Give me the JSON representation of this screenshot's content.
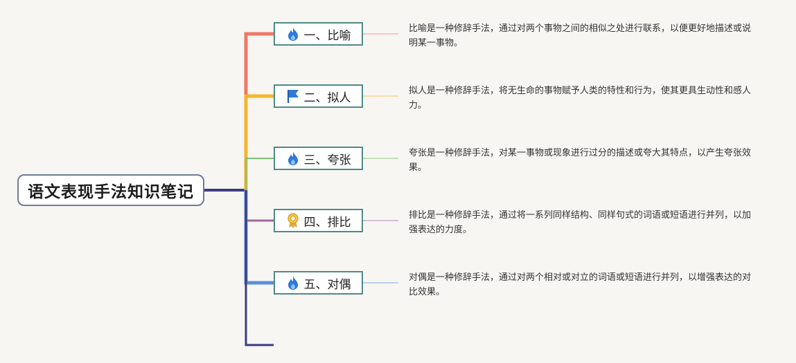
{
  "root": {
    "label": "语文表现手法知识笔记"
  },
  "branches": [
    {
      "label": "一、比喻",
      "icon": "fire-icon",
      "color": "#f07867",
      "note": "比喻是一种修辞手法，通过对两个事物之间的相似之处进行联系，以便更好地描述或说明某一事物。"
    },
    {
      "label": "二、拟人",
      "icon": "flag-icon",
      "color": "#f5b52c",
      "note": "拟人是一种修辞手法，将无生命的事物赋予人类的特性和行为，使其更具生动性和感人力。"
    },
    {
      "label": "三、夸张",
      "icon": "fire-icon",
      "color": "#7cc474",
      "note": "夸张是一种修辞手法，对某一事物或现象进行过分的描述或夸大其特点，以产生夸张效果。"
    },
    {
      "label": "四、排比",
      "icon": "award-icon",
      "color": "#a0669a",
      "note": "排比是一种修辞手法，通过将一系列同样结构、同样句式的词语或短语进行并列，以加强表达的力度。"
    },
    {
      "label": "五、对偶",
      "icon": "fire-icon",
      "color": "#5b8fd6",
      "note": "对偶是一种修辞手法，通过对两个相对或对立的词语或短语进行并列，以增强表达的对比效果。"
    }
  ],
  "colors": {
    "root_line": "#3d3b7e",
    "node_border": "#4f8a86",
    "trunk_tail": "#3d3b7e"
  }
}
